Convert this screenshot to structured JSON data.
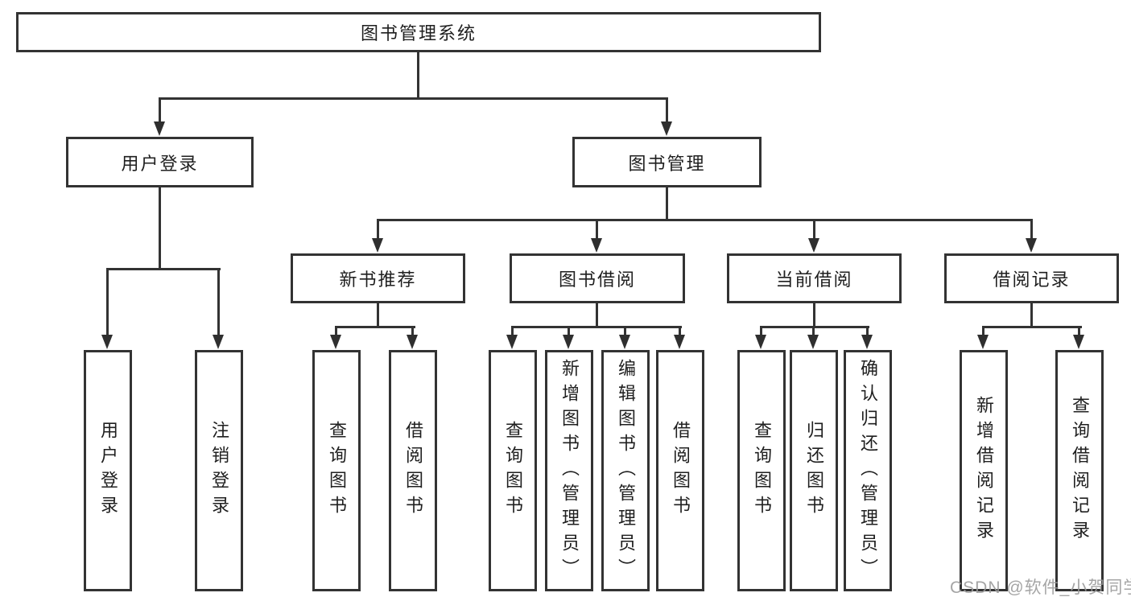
{
  "diagram": {
    "root": {
      "label": "图书管理系统"
    },
    "branches": [
      {
        "label": "用户登录",
        "children": [
          {
            "label": "用户登录"
          },
          {
            "label": "注销登录"
          }
        ]
      },
      {
        "label": "图书管理",
        "children": [
          {
            "label": "新书推荐",
            "children": [
              {
                "label": "查询图书"
              },
              {
                "label": "借阅图书"
              }
            ]
          },
          {
            "label": "图书借阅",
            "children": [
              {
                "label": "查询图书"
              },
              {
                "label": "新增图书（管理员）"
              },
              {
                "label": "编辑图书（管理员）"
              },
              {
                "label": "借阅图书"
              }
            ]
          },
          {
            "label": "当前借阅",
            "children": [
              {
                "label": "查询图书"
              },
              {
                "label": "归还图书"
              },
              {
                "label": "确认归还（管理员）"
              }
            ]
          },
          {
            "label": "借阅记录",
            "children": [
              {
                "label": "新增借阅记录"
              },
              {
                "label": "查询借阅记录"
              }
            ]
          }
        ]
      }
    ],
    "watermark": "CSDN @软件_小贺同学",
    "colors": {
      "line": "#333333",
      "box_border": "#333333",
      "box_fill": "#ffffff",
      "text": "#1f1f1f",
      "watermark": "#9c9c9c",
      "background": "#ffffff"
    }
  }
}
